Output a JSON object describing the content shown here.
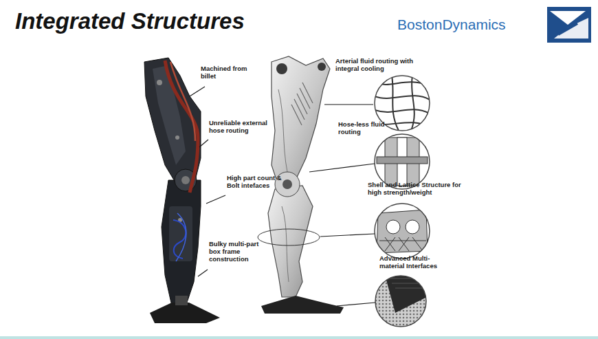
{
  "diagram": {
    "title": "Integrated Structures",
    "labels": [
      "Boston",
      "Dynamics",
      "Machined from billet",
      "Unreliable external hose routing",
      "High part count & Bolt intefaces",
      "Bulky multi-part box frame construction",
      "Arterial fluid routing with integral cooling",
      "Hose-less fluid routing",
      "Shell and Lattice Structure for high strength/weight",
      "Advanced Multi-material Interfaces"
    ]
  }
}
